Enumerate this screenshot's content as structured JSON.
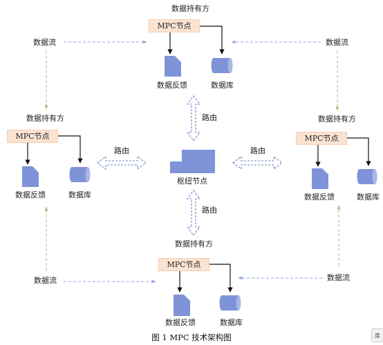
{
  "labels": {
    "data_holder": "数据持有方",
    "mpc_node": "MPC节点",
    "data_feedback": "数据反馈",
    "database": "数据库",
    "data_flow": "数据流",
    "routing": "路由",
    "hub_node": "枢纽节点"
  },
  "caption": "图 1    MPC 技术架构图",
  "badge": "度",
  "colors": {
    "node_fill": "#fbe3d2",
    "shape_fill": "#7f93d8",
    "flow_blue": "#8fa3dc",
    "flow_green": "#a6bb86",
    "routing_outline": "#6e7fc4"
  },
  "icons": {
    "document": "document-icon",
    "database": "database-cylinder-icon",
    "hub": "hub-node-icon"
  }
}
